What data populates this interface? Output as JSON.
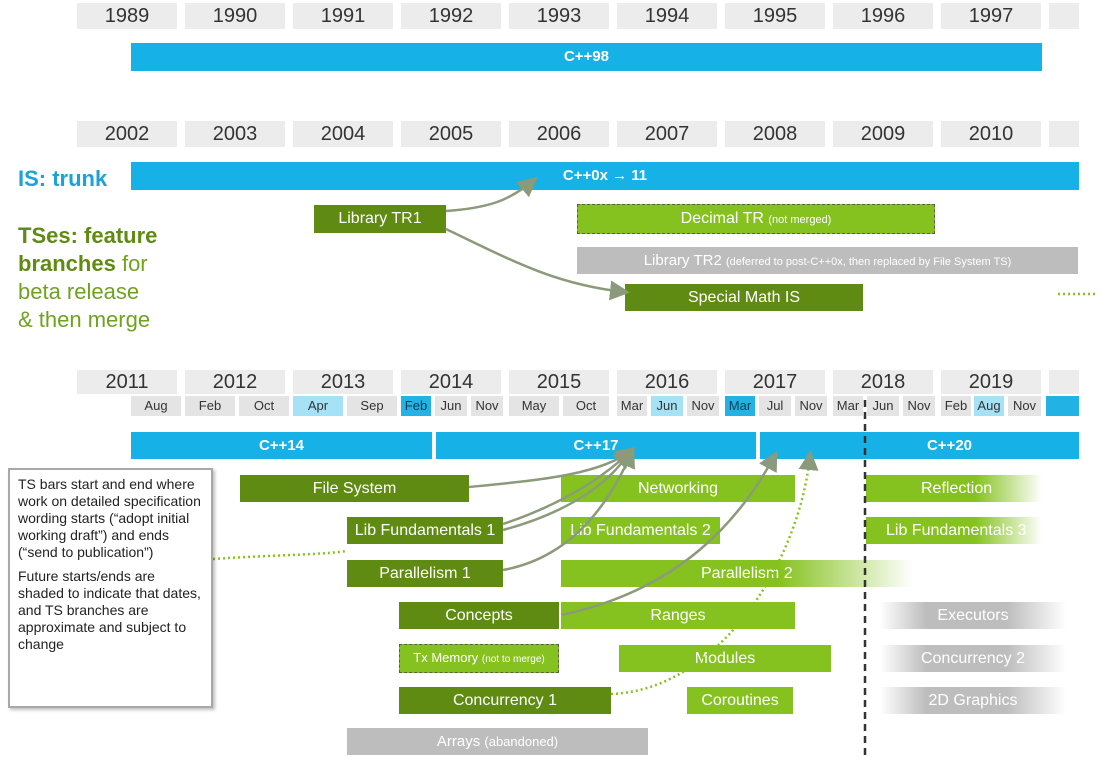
{
  "years_row1": [
    "1989",
    "1990",
    "1991",
    "1992",
    "1993",
    "1994",
    "1995",
    "1996",
    "1997"
  ],
  "years_row2": [
    "2002",
    "2003",
    "2004",
    "2005",
    "2006",
    "2007",
    "2008",
    "2009",
    "2010"
  ],
  "years_row3": [
    "2011",
    "2012",
    "2013",
    "2014",
    "2015",
    "2016",
    "2017",
    "2018",
    "2019"
  ],
  "months_row3": [
    "Aug",
    "Feb",
    "Oct",
    "Apr",
    "Sep",
    "Feb",
    "Jun",
    "Nov",
    "May",
    "Oct",
    "Mar",
    "Jun",
    "Nov",
    "Mar",
    "Jul",
    "Nov",
    "Mar",
    "Jun",
    "Nov",
    "Feb",
    "Aug",
    "Nov"
  ],
  "labels": {
    "is_trunk": "IS: trunk",
    "tses_bold": "TSes: feature branches",
    "tses_for": "for",
    "tses_rest1": "beta release",
    "tses_rest2": "& then merge"
  },
  "bars": {
    "cpp98": "C++98",
    "cpp0x": "C++0x → 11",
    "library_tr1": "Library TR1",
    "decimal_tr": "Decimal TR",
    "decimal_tr_note": "(not merged)",
    "library_tr2": "Library TR2",
    "library_tr2_note": "(deferred to post-C++0x, then replaced by File System TS)",
    "special_math": "Special Math IS",
    "cpp14": "C++14",
    "cpp17": "C++17",
    "cpp20": "C++20",
    "file_system": "File System",
    "networking": "Networking",
    "reflection": "Reflection",
    "lib_fund_1": "Lib Fundamentals 1",
    "lib_fund_2": "Lib Fundamentals 2",
    "lib_fund_3": "Lib Fundamentals 3",
    "parallelism_1": "Parallelism 1",
    "parallelism_2": "Parallelism 2",
    "concepts": "Concepts",
    "ranges": "Ranges",
    "executors": "Executors",
    "tx_memory": "Tx Memory",
    "tx_memory_note": "(not to merge)",
    "modules": "Modules",
    "concurrency_2": "Concurrency 2",
    "concurrency_1": "Concurrency 1",
    "coroutines": "Coroutines",
    "graphics_2d": "2D Graphics",
    "arrays": "Arrays",
    "arrays_note": "(abandoned)"
  },
  "tooltip": {
    "p1": "TS bars start and end where work on detailed specification wording starts (“adopt initial working draft”) and ends (“send to publication”)",
    "p2": "Future starts/ends are shaded to indicate that dates, and TS branches are approximate and subject to change"
  },
  "colors": {
    "trunk_blue": "#16b1e6",
    "ts_dark_green": "#5f8b12",
    "ts_light_green": "#86c21f",
    "gray": "#bdbdbd"
  }
}
